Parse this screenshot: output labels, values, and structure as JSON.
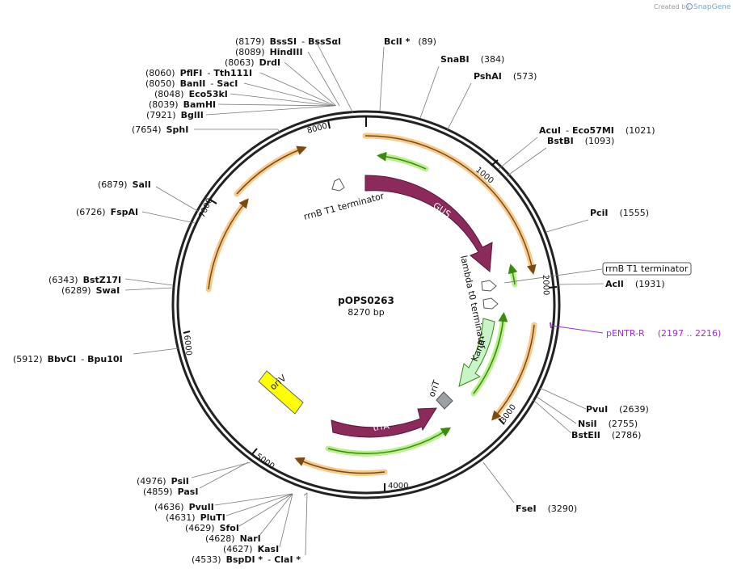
{
  "credit": {
    "prefix": "Created by",
    "brand": "SnapGene"
  },
  "plasmid": {
    "name": "pOPS0263",
    "length": "8270 bp"
  },
  "ticks": [
    "1000",
    "2000",
    "3000",
    "4000",
    "5000",
    "6000",
    "7000",
    "8000"
  ],
  "sites": [
    {
      "pos": "(8179)",
      "name": "BssSI",
      "alt": "BssSαI"
    },
    {
      "pos": "(8089)",
      "name": "HindIII"
    },
    {
      "pos": "(8063)",
      "name": "DrdI"
    },
    {
      "pos": "(8060)",
      "name": "PflFI",
      "alt": "Tth111I"
    },
    {
      "pos": "(8050)",
      "name": "BanII",
      "alt": "SacI"
    },
    {
      "pos": "(8048)",
      "name": "Eco53kI"
    },
    {
      "pos": "(8039)",
      "name": "BamHI"
    },
    {
      "pos": "(7921)",
      "name": "BglII"
    },
    {
      "pos": "(7654)",
      "name": "SphI"
    },
    {
      "pos": "(6879)",
      "name": "SalI"
    },
    {
      "pos": "(6726)",
      "name": "FspAI"
    },
    {
      "pos": "(6343)",
      "name": "BstZ17I"
    },
    {
      "pos": "(6289)",
      "name": "SwaI"
    },
    {
      "pos": "(5912)",
      "name": "BbvCI",
      "alt": "Bpu10I"
    },
    {
      "pos": "(4976)",
      "name": "PsiI"
    },
    {
      "pos": "(4859)",
      "name": "PasI"
    },
    {
      "pos": "(4636)",
      "name": "PvuII"
    },
    {
      "pos": "(4631)",
      "name": "PluTI"
    },
    {
      "pos": "(4629)",
      "name": "SfoI"
    },
    {
      "pos": "(4628)",
      "name": "NarI"
    },
    {
      "pos": "(4627)",
      "name": "KasI"
    },
    {
      "pos": "(4533)",
      "name": "BspDI *",
      "alt": "ClaI *"
    },
    {
      "name": "BclI *",
      "pos": "(89)"
    },
    {
      "name": "SnaBI",
      "pos": "(384)"
    },
    {
      "name": "PshAI",
      "pos": "(573)"
    },
    {
      "name": "AcuI",
      "alt": "Eco57MI",
      "pos": "(1021)"
    },
    {
      "name": "BstBI",
      "pos": "(1093)"
    },
    {
      "name": "PciI",
      "pos": "(1555)"
    },
    {
      "name": "AclI",
      "pos": "(1931)"
    },
    {
      "name": "PvuI",
      "pos": "(2639)"
    },
    {
      "name": "NsiI",
      "pos": "(2755)"
    },
    {
      "name": "BstEII",
      "pos": "(2786)"
    },
    {
      "name": "FseI",
      "pos": "(3290)"
    }
  ],
  "boxed_feature": "rrnB T1 terminator",
  "primer": {
    "name": "pENTR-R",
    "range": "(2197 .. 2216)",
    "color": "#9b30d0"
  },
  "features": {
    "gus": "GUS",
    "kanr": "KanR",
    "trfa": "trfA",
    "oriv": "oriV",
    "orit": "oriT",
    "rrnb": "rrnB T1 terminator",
    "lambda": "lambda t0 terminator"
  },
  "colors": {
    "gus": "#8c2a5b",
    "kanr": "#c8f5c8",
    "oriv": "#ffff00",
    "orit": "#9aa0a6",
    "orf": "#f5b55a",
    "orf_line": "#8a5a1c",
    "green_orf": "#b8f08a",
    "green_line": "#3a8a10"
  }
}
